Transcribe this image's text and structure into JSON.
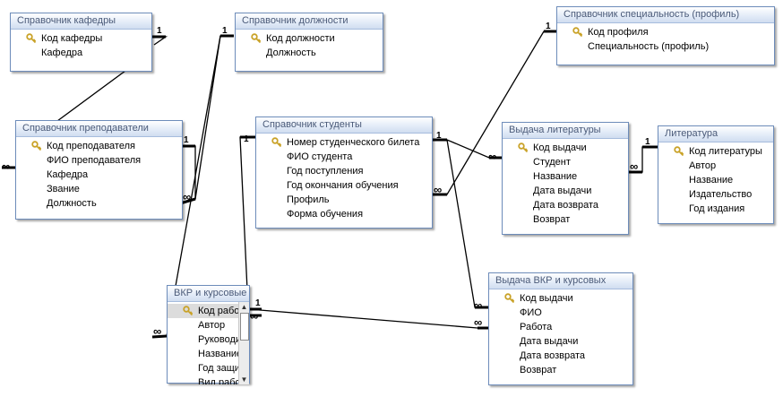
{
  "tables": {
    "kafedry": {
      "title": "Справочник кафедры",
      "fields": [
        "Код кафедры",
        "Кафедра"
      ]
    },
    "dolzhnosti": {
      "title": "Справочник должности",
      "fields": [
        "Код должности",
        "Должность"
      ]
    },
    "specialnosti": {
      "title": "Справочник специальность (профиль)",
      "fields": [
        "Код профиля",
        "Специальность (профиль)"
      ]
    },
    "prepodavateli": {
      "title": "Справочник преподаватели",
      "fields": [
        "Код преподавателя",
        "ФИО преподавателя",
        "Кафедра",
        "Звание",
        "Должность"
      ]
    },
    "studenty": {
      "title": "Справочник студенты",
      "fields": [
        "Номер студенческого билета",
        "ФИО студента",
        "Год поступления",
        "Год окончания обучения",
        "Профиль",
        "Форма обучения"
      ]
    },
    "vydacha_lit": {
      "title": "Выдача литературы",
      "fields": [
        "Код выдачи",
        "Студент",
        "Название",
        "Дата выдачи",
        "Дата возврата",
        "Возврат"
      ]
    },
    "literatura": {
      "title": "Литература",
      "fields": [
        "Код литературы",
        "Автор",
        "Название",
        "Издательство",
        "Год издания"
      ]
    },
    "vkr": {
      "title": "ВКР и курсовые",
      "fields": [
        "Код работы",
        "Автор",
        "Руководитель",
        "Название",
        "Год защиты",
        "Вид работы"
      ]
    },
    "vydacha_vkr": {
      "title": "Выдача ВКР и курсовых",
      "fields": [
        "Код выдачи",
        "ФИО",
        "Работа",
        "Дата выдачи",
        "Дата возврата",
        "Возврат"
      ]
    }
  },
  "relationship_labels": {
    "one": "1",
    "many": "∞"
  },
  "colors": {
    "line": "#000000",
    "border": "#6d8cba",
    "title_text": "#4a5a78",
    "selected_row": "#dcdcdc",
    "key": "#c9a227"
  },
  "icons": {
    "primary_key": "key-icon",
    "scroll_up": "scroll-up-arrow-icon",
    "scroll_down": "scroll-down-arrow-icon"
  }
}
